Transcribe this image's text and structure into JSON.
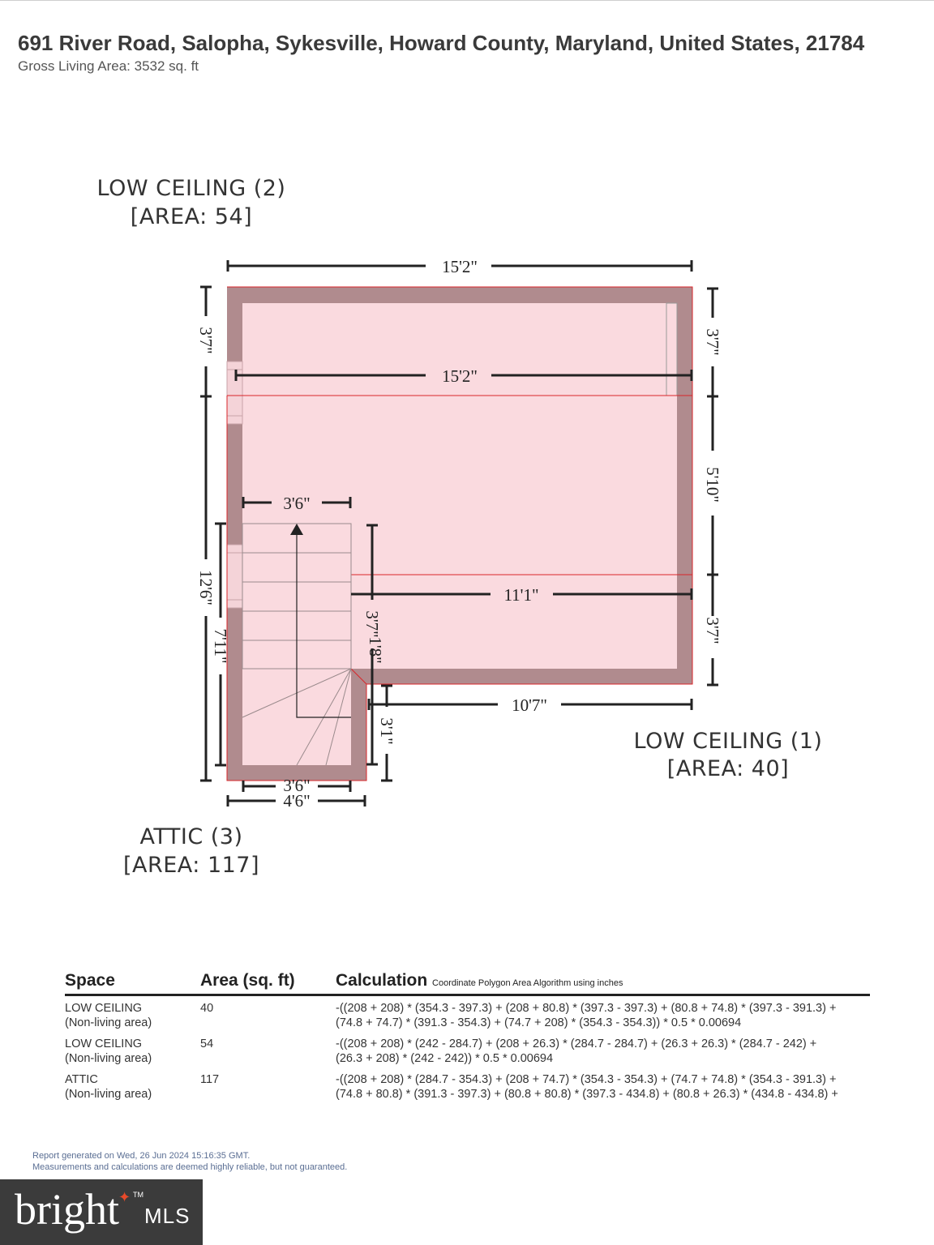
{
  "header": {
    "address": "691 River Road, Salopha, Sykesville, Howard County, Maryland, United States, 21784",
    "gross_living_area": "Gross Living Area: 3532 sq. ft"
  },
  "plan": {
    "areas": [
      {
        "name": "LOW CEILING (2)",
        "area": "[AREA: 54]"
      },
      {
        "name": "LOW CEILING (1)",
        "area": "[AREA: 40]"
      },
      {
        "name": "ATTIC (3)",
        "area": "[AREA: 117]"
      }
    ],
    "dimensions": {
      "top": "15'2\"",
      "inner_top": "15'2\"",
      "right_top": "3'7\"",
      "right_mid": "5'10\"",
      "right_bottom": "3'7\"",
      "left_top": "3'7\"",
      "left_long": "12'6\"",
      "left_inner": "7'11\"",
      "stair_top": "3'6\"",
      "mid_horizontal": "11'1\"",
      "mid_vertical": "3'7\"",
      "diag_small": "1'8\"",
      "lower_horizontal": "10'7\"",
      "lower_vertical": "3'1\"",
      "bottom_inner": "3'6\"",
      "bottom_outer": "4'6\""
    },
    "colors": {
      "wall": "#b08b8e",
      "fill": "#fadadf",
      "line": "#d9262a",
      "dim": "#222222"
    }
  },
  "table": {
    "headers": {
      "space": "Space",
      "area": "Area (sq. ft)",
      "calculation": "Calculation",
      "calc_note": "Coordinate Polygon Area Algorithm using inches"
    },
    "rows": [
      {
        "space": "LOW CEILING",
        "type": "(Non-living area)",
        "area": "40",
        "calc1": "-((208 + 208) * (354.3 - 397.3) + (208 + 80.8) * (397.3 - 397.3) + (80.8 + 74.8) * (397.3 - 391.3) +",
        "calc2": "(74.8 + 74.7) * (391.3 - 354.3) + (74.7 + 208) * (354.3 - 354.3)) * 0.5 * 0.00694"
      },
      {
        "space": "LOW CEILING",
        "type": "(Non-living area)",
        "area": "54",
        "calc1": "-((208 + 208) * (242 - 284.7) + (208 + 26.3) * (284.7 - 284.7) + (26.3 + 26.3) * (284.7 - 242) +",
        "calc2": "(26.3 + 208) * (242 - 242)) * 0.5 * 0.00694"
      },
      {
        "space": "ATTIC",
        "type": "(Non-living area)",
        "area": "117",
        "calc1": "-((208 + 208) * (284.7 - 354.3) + (208 + 74.7) * (354.3 - 354.3) + (74.7 + 74.8) * (354.3 - 391.3) +",
        "calc2": "(74.8 + 80.8) * (391.3 - 397.3) + (80.8 + 80.8) * (397.3 - 434.8) + (80.8 + 26.3) * (434.8 - 434.8) +"
      }
    ]
  },
  "footer": {
    "generated": "Report generated on Wed, 26 Jun 2024 15:16:35 GMT.",
    "disclaimer": "Measurements and calculations are deemed highly reliable, but not guaranteed."
  },
  "logo": {
    "bright": "bright",
    "mls": "MLS",
    "tm": "TM"
  }
}
